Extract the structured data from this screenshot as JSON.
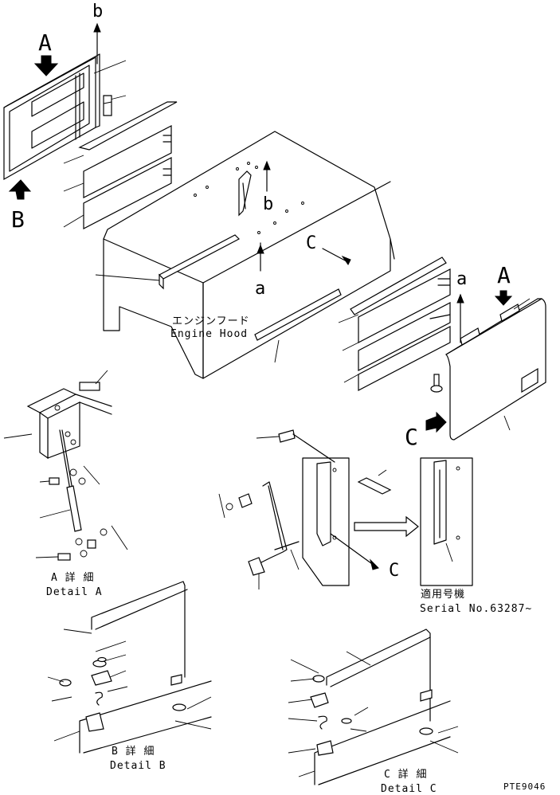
{
  "callouts": {
    "A_top_left": "A",
    "B_bottom_left": "B",
    "b_top": "b",
    "b_hood": "b",
    "a_hood": "a",
    "C_hood": "C",
    "a_right": "a",
    "A_right": "A",
    "C_right": "C",
    "C_serial": "C"
  },
  "labels": {
    "engine_hood_jp": "エンジンフード",
    "engine_hood_en": "Engine Hood",
    "detail_a_jp": "A 詳 細",
    "detail_a_en": "Detail A",
    "detail_b_jp": "B 詳 細",
    "detail_b_en": "Detail B",
    "detail_c_jp": "C 詳 細",
    "detail_c_en": "Detail C",
    "serial_jp": "適用号機",
    "serial_en": "Serial No.63287~",
    "drawing_code": "PTE9046"
  }
}
